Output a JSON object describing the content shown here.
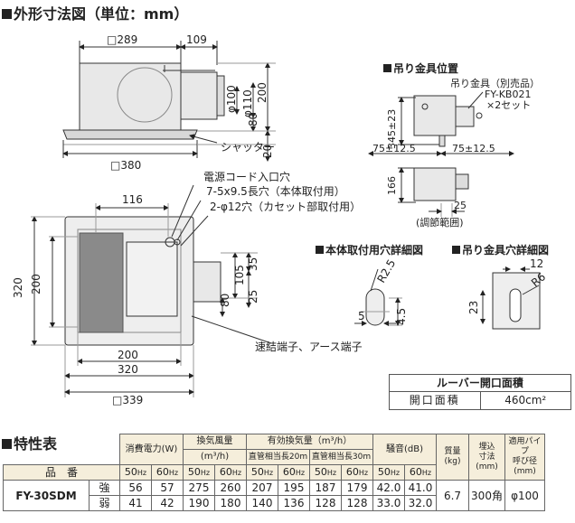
{
  "headings": {
    "dimensions": "外形寸法図（単位：mm）",
    "hanger_position": "吊り金具位置",
    "mount_hole_detail": "本体取付用穴詳細図",
    "hanger_hole_detail": "吊り金具穴詳細図",
    "specs": "特性表"
  },
  "side_view": {
    "top_width": "□289",
    "duct_offset": "109",
    "duct_dia_1": "φ100",
    "duct_dia_2": "φ110",
    "height": "200",
    "duct_height": "80",
    "flange_height": "20",
    "bottom_width": "□380",
    "shutter_label": "シャッター"
  },
  "hanger": {
    "part_label_1": "吊り金具（別売品）",
    "part_label_2": "FY-KB021",
    "part_label_3": "×2セット",
    "height": "345±23",
    "left_offset": "75±12.5",
    "right_offset": "75±12.5",
    "height_2": "166",
    "offset_25": "25",
    "adjust_range": "(調節範囲)"
  },
  "bottom_view": {
    "cord_hole": "電源コード入口穴",
    "slot_holes": "7-5x9.5長穴（本体取付用）",
    "cassette_holes": "2-φ12穴（カセット部取付用）",
    "dim_116": "116",
    "dim_320_v": "320",
    "dim_200_v": "200",
    "dim_105": "105",
    "dim_35": "35",
    "dim_25": "25",
    "dim_80": "80",
    "terminal_label": "速結端子、アース端子",
    "dim_200_h": "200",
    "dim_320_h": "320",
    "dim_339": "□339"
  },
  "mount_hole": {
    "radius": "R2.5",
    "width": "5",
    "height": "4.5"
  },
  "hanger_hole": {
    "width": "12",
    "radius": "R6",
    "height": "23"
  },
  "louver": {
    "title": "ルーバー開口面積",
    "label": "開口面積",
    "value": "460cm²"
  },
  "spec_table": {
    "col_power": "消費電力(W)",
    "col_airflow": "換気風量",
    "col_airflow_unit": "(m³/h)",
    "col_effective": "有効換気量（m³/h）",
    "col_duct20": "直管相当長20m",
    "col_duct30": "直管相当長30m",
    "col_noise": "騒音(dB)",
    "col_mass": "質量",
    "col_mass_unit": "(kg)",
    "col_embed": "埋込",
    "col_embed_2": "寸法",
    "col_embed_unit": "(mm)",
    "col_pipe_1": "適用パイプ",
    "col_pipe_2": "呼び径",
    "col_pipe_unit": "(mm)",
    "row_label": "品　番",
    "hz50": "50",
    "hz60": "60",
    "hz_unit": "Hz",
    "model": "FY-30SDM",
    "mode_strong": "強",
    "mode_weak": "弱",
    "strong_values": [
      "56",
      "57",
      "275",
      "260",
      "207",
      "195",
      "187",
      "179",
      "42.0",
      "41.0"
    ],
    "weak_values": [
      "41",
      "42",
      "190",
      "180",
      "140",
      "136",
      "128",
      "128",
      "33.0",
      "32.0"
    ],
    "mass": "6.7",
    "embed": "300角",
    "pipe": "φ100"
  }
}
